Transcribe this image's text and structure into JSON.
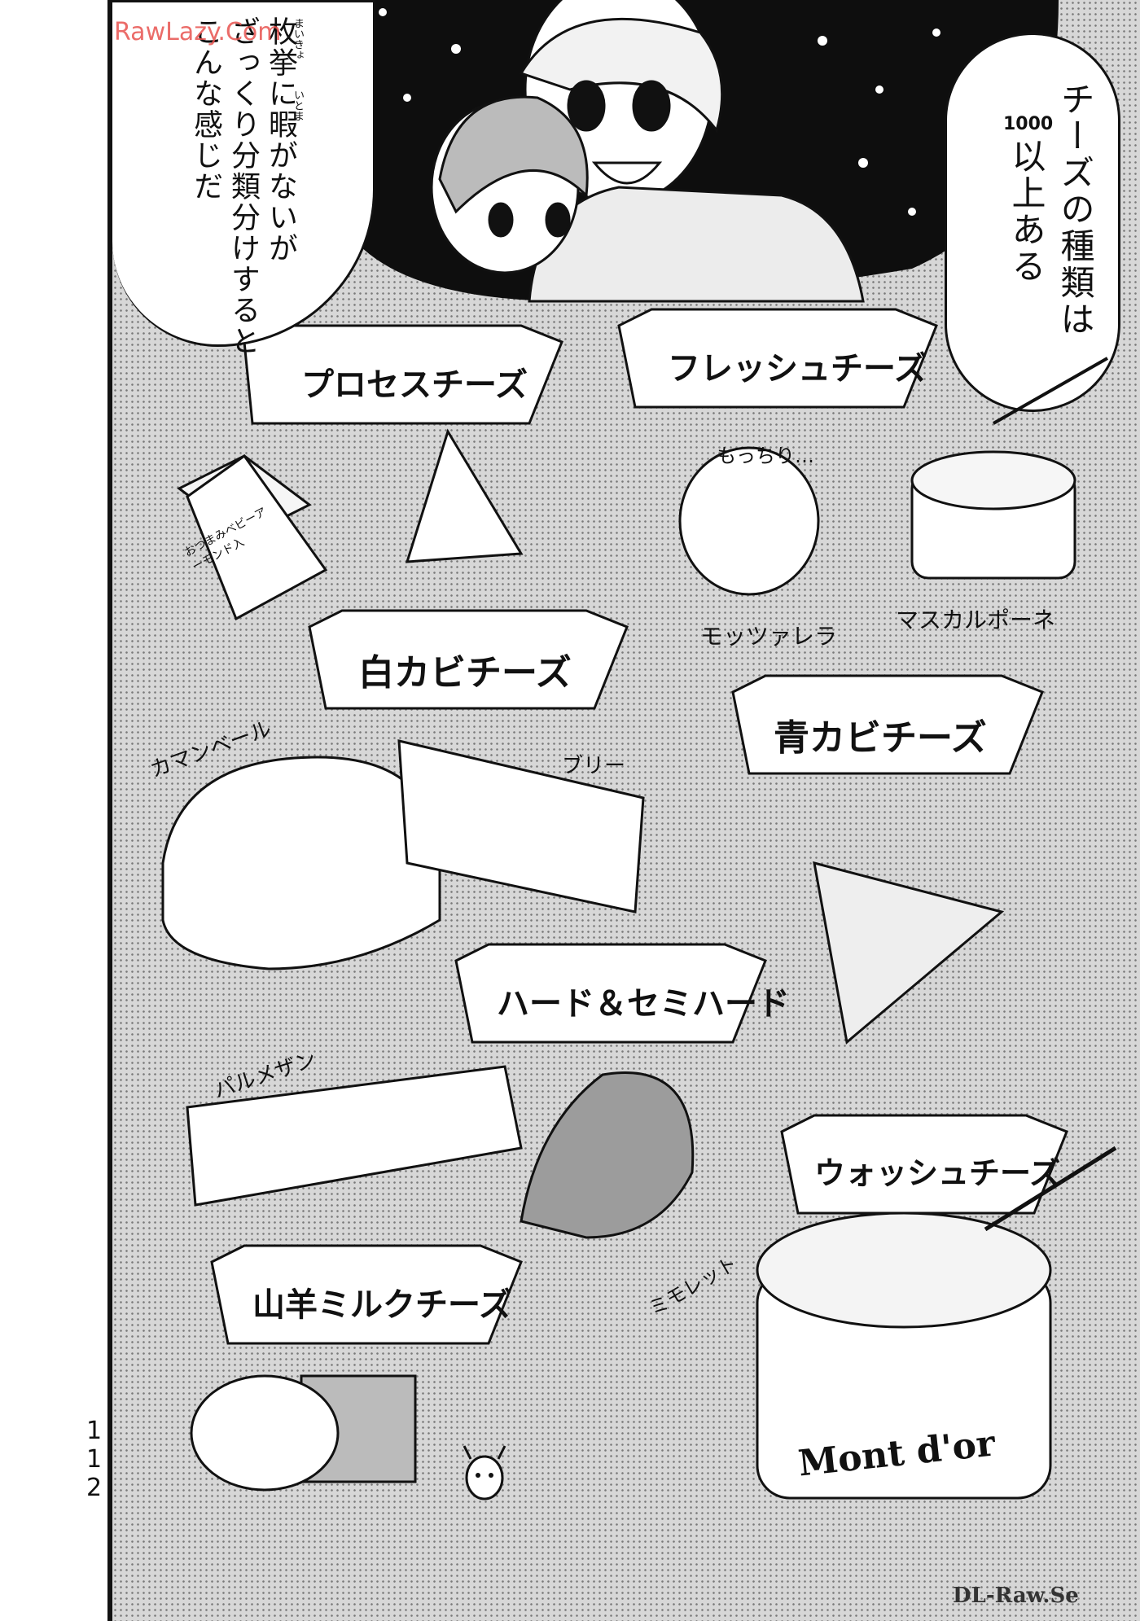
{
  "watermarks": {
    "top_left": "RawLazy.Com",
    "bottom_right": "DL-Raw.Se"
  },
  "page_number": "112",
  "speech": {
    "left_bubble": {
      "line1": "枚挙に暇がないが",
      "line1_ruby_1": "まいきょ",
      "line1_ruby_2": "いとま",
      "line2": "ざっくり分類分けすると",
      "line3": "こんな感じだ"
    },
    "right_bubble": {
      "line1": "チーズの種類は",
      "line2_number": "1000",
      "line2_rest": "以上ある"
    }
  },
  "categories": [
    {
      "title": "プロセスチーズ",
      "items": [
        "おつまみベビーアーモンド入"
      ]
    },
    {
      "title": "フレッシュチーズ",
      "items": [
        "モッツァレラ",
        "マスカルポーネ"
      ],
      "note": "もっちり…"
    },
    {
      "title": "白カビチーズ",
      "items": [
        "カマンベール",
        "ブリー"
      ]
    },
    {
      "title": "青カビチーズ",
      "items": []
    },
    {
      "title": "ハード＆セミハード",
      "items": [
        "パルメザン",
        "ミモレット"
      ]
    },
    {
      "title": "ウォッシュチーズ",
      "items": [
        "Mont d'or"
      ]
    },
    {
      "title": "山羊ミルクチーズ",
      "items": []
    }
  ],
  "colors": {
    "ink": "#111111",
    "screentone": "#d7d7d7",
    "watermark_top": "#e8534f",
    "watermark_bottom": "#333333"
  },
  "icons": [
    "goat-icon",
    "spoon-icon",
    "fork-icon"
  ]
}
